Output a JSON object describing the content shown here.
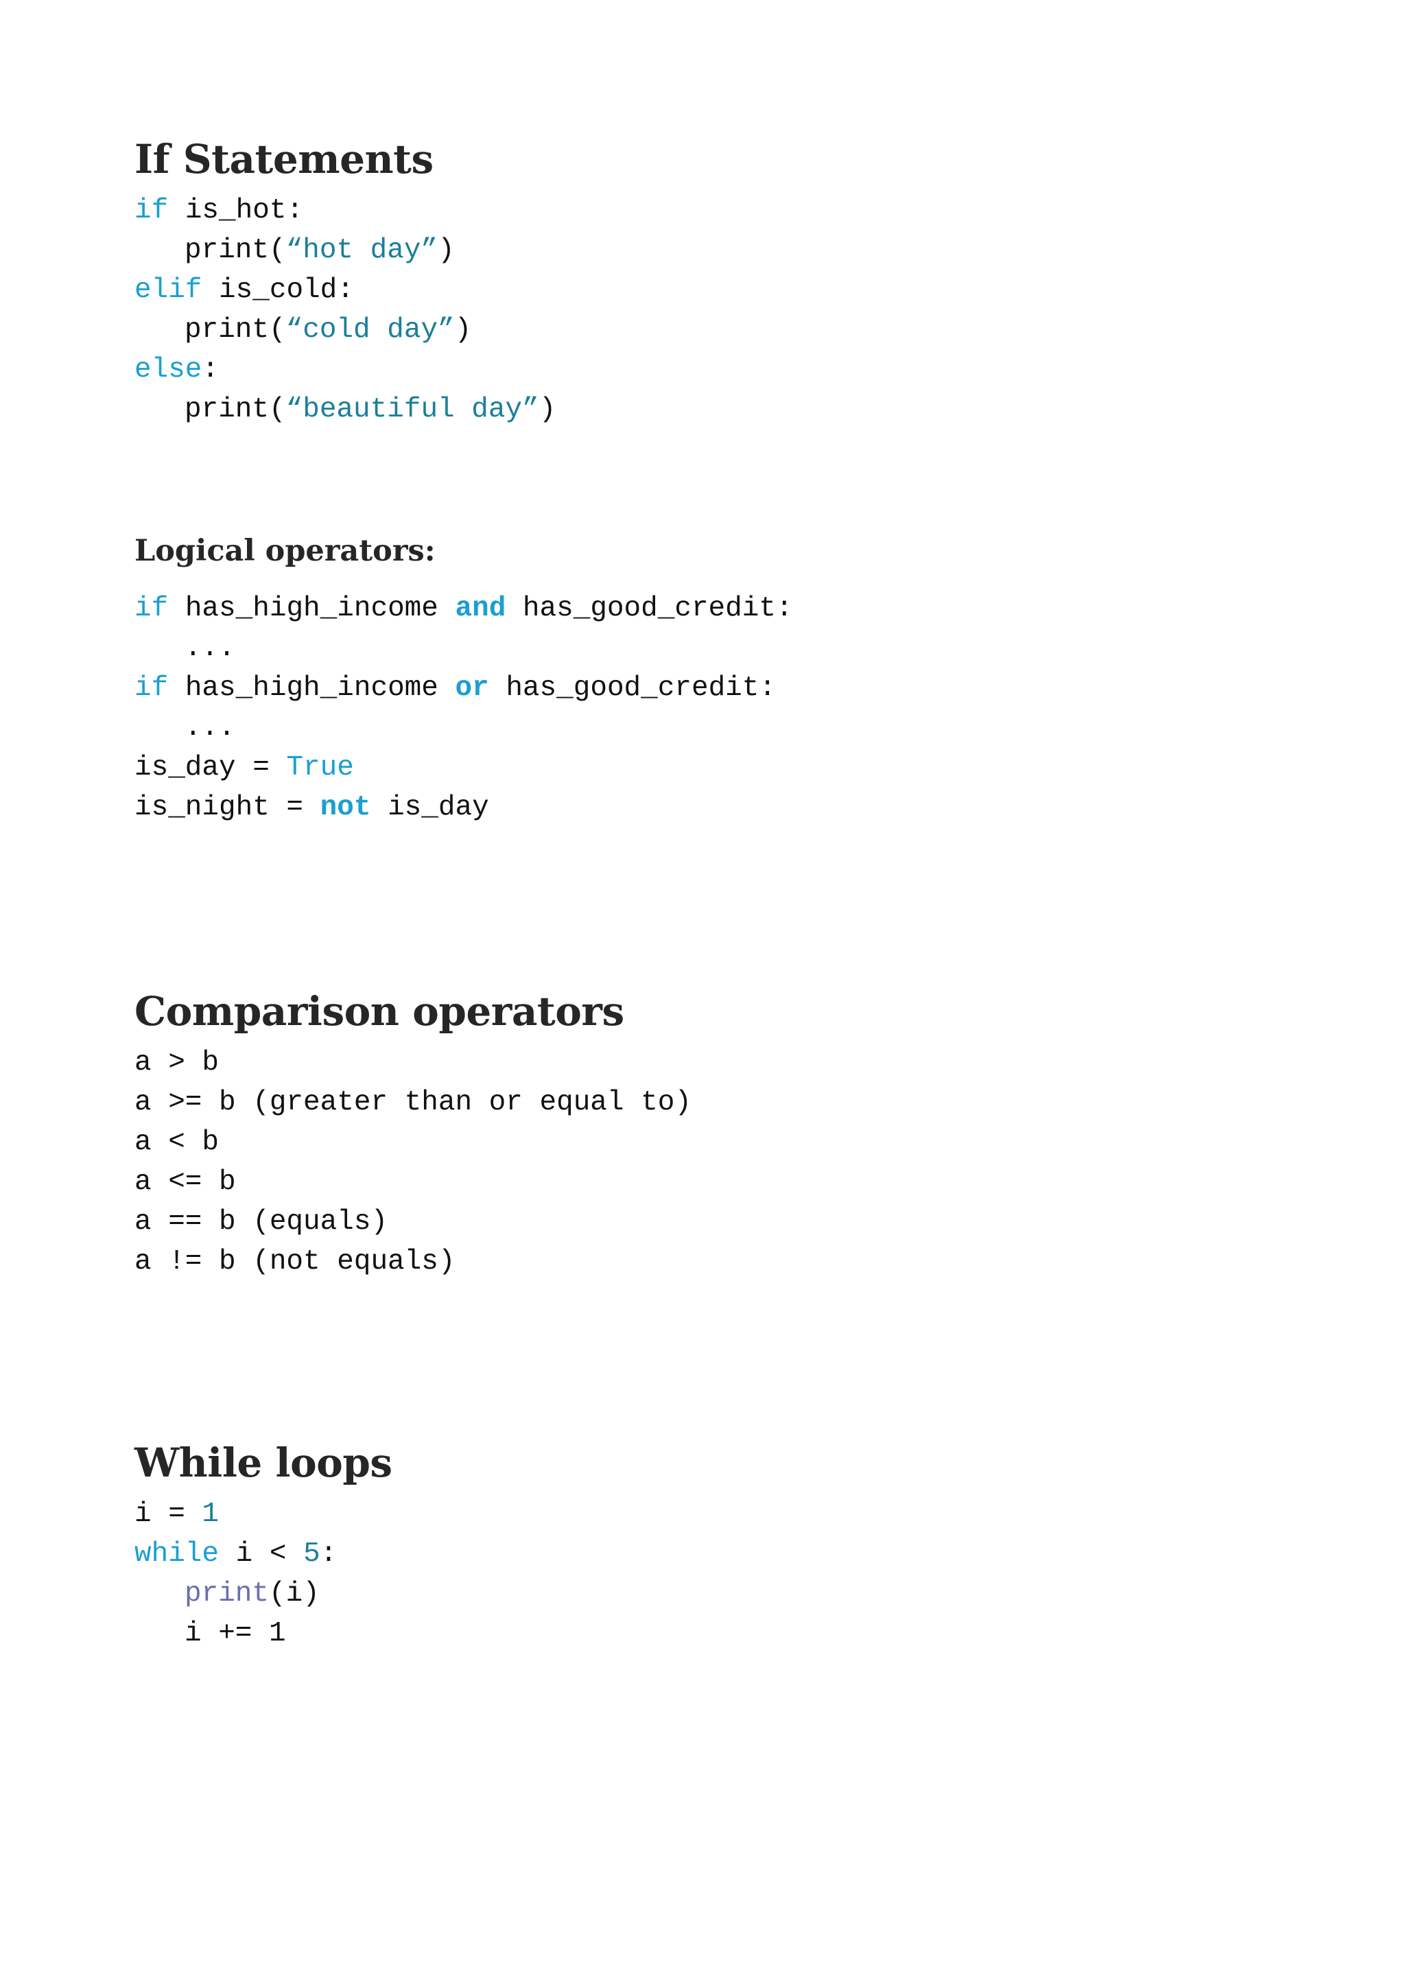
{
  "if_section": {
    "title": "If Statements",
    "lines": [
      [
        {
          "t": "if",
          "c": "kw"
        },
        {
          "t": " is_hot:",
          "c": ""
        }
      ],
      [
        {
          "t": "print(",
          "c": ""
        },
        {
          "t": "“hot day”",
          "c": "str"
        },
        {
          "t": ")",
          "c": ""
        }
      ],
      [
        {
          "t": "elif",
          "c": "kw"
        },
        {
          "t": " is_cold:",
          "c": ""
        }
      ],
      [
        {
          "t": "print(",
          "c": ""
        },
        {
          "t": "“cold day”",
          "c": "str"
        },
        {
          "t": ")",
          "c": ""
        }
      ],
      [
        {
          "t": "else",
          "c": "kw"
        },
        {
          "t": ":",
          "c": ""
        }
      ],
      [
        {
          "t": "print(",
          "c": ""
        },
        {
          "t": "“beautiful day”",
          "c": "str"
        },
        {
          "t": ")",
          "c": ""
        }
      ]
    ],
    "indented": [
      false,
      true,
      false,
      true,
      false,
      true
    ]
  },
  "logical_section": {
    "title": "Logical operators:",
    "lines": [
      [
        {
          "t": "if",
          "c": "kw"
        },
        {
          "t": " has_high_income ",
          "c": ""
        },
        {
          "t": "and",
          "c": "kwb"
        },
        {
          "t": " has_good_credit:",
          "c": ""
        }
      ],
      [
        {
          "t": "...",
          "c": ""
        }
      ],
      [
        {
          "t": "if",
          "c": "kw"
        },
        {
          "t": " has_high_income ",
          "c": ""
        },
        {
          "t": "or",
          "c": "kwb"
        },
        {
          "t": " has_good_credit:",
          "c": ""
        }
      ],
      [
        {
          "t": "...",
          "c": ""
        }
      ],
      [
        {
          "t": "is_day = ",
          "c": ""
        },
        {
          "t": "True",
          "c": "kw"
        }
      ],
      [
        {
          "t": "is_night = ",
          "c": ""
        },
        {
          "t": "not",
          "c": "kwb"
        },
        {
          "t": " is_day",
          "c": ""
        }
      ]
    ],
    "indented": [
      false,
      true,
      false,
      true,
      false,
      false
    ]
  },
  "comparison_section": {
    "title": "Comparison operators",
    "lines": [
      [
        {
          "t": "a > b",
          "c": ""
        }
      ],
      [
        {
          "t": "a >= b (greater than or equal to)",
          "c": ""
        }
      ],
      [
        {
          "t": "a < b",
          "c": ""
        }
      ],
      [
        {
          "t": "a <= b",
          "c": ""
        }
      ],
      [
        {
          "t": "a == b (equals)",
          "c": ""
        }
      ],
      [
        {
          "t": "a != b (not equals)",
          "c": ""
        }
      ]
    ],
    "indented": [
      false,
      false,
      false,
      false,
      false,
      false
    ]
  },
  "while_section": {
    "title": "While loops",
    "lines": [
      [
        {
          "t": "i = ",
          "c": ""
        },
        {
          "t": "1",
          "c": "num"
        }
      ],
      [
        {
          "t": "while",
          "c": "kw"
        },
        {
          "t": " i < ",
          "c": ""
        },
        {
          "t": "5",
          "c": "num"
        },
        {
          "t": ":",
          "c": ""
        }
      ],
      [
        {
          "t": "print",
          "c": "builtin"
        },
        {
          "t": "(i)",
          "c": ""
        }
      ],
      [
        {
          "t": "i += 1",
          "c": ""
        }
      ]
    ],
    "indented": [
      false,
      false,
      true,
      true
    ]
  }
}
